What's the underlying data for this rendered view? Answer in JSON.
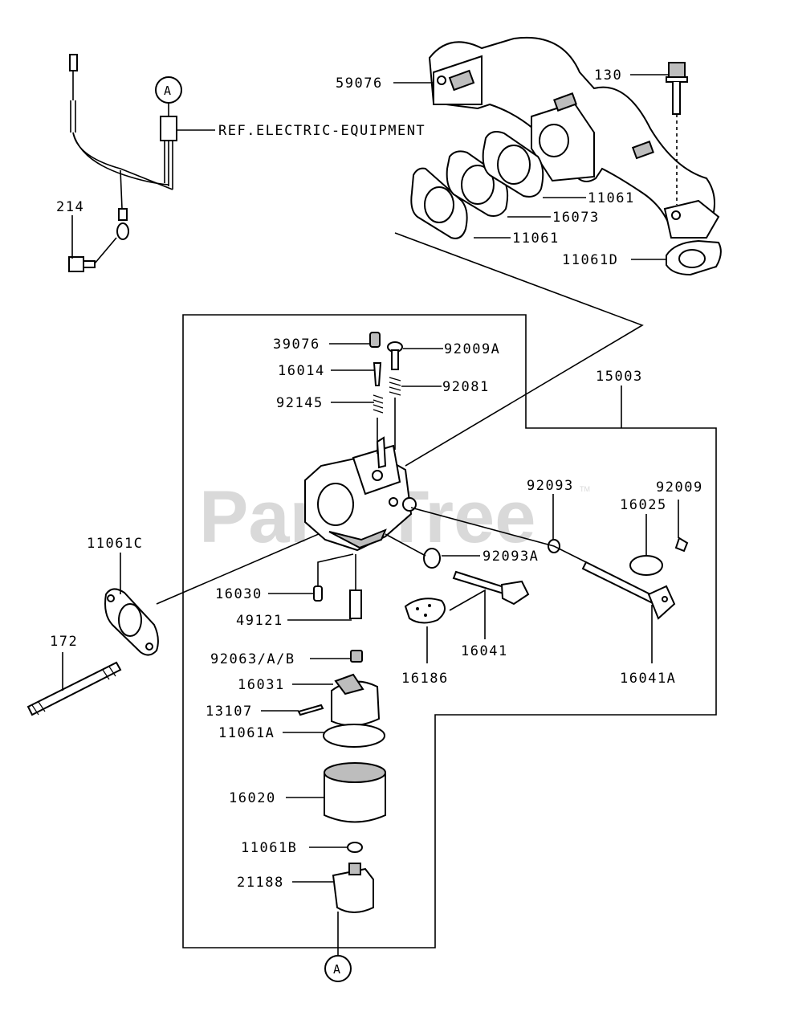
{
  "watermark": {
    "text": "PartsTree",
    "trademark": "TM"
  },
  "reference_note": "REF.ELECTRIC-EQUIPMENT",
  "callouts": {
    "top": "A",
    "bottom": "A"
  },
  "parts": {
    "p59076": "59076",
    "p130": "130",
    "p11061_upper": "11061",
    "p16073": "16073",
    "p11061_lower": "11061",
    "p11061D": "11061D",
    "p214": "214",
    "p15003": "15003",
    "p39076": "39076",
    "p92009A": "92009A",
    "p16014": "16014",
    "p92081": "92081",
    "p92145": "92145",
    "p92093": "92093",
    "p92009": "92009",
    "p16025": "16025",
    "p11061C": "11061C",
    "p92093A": "92093A",
    "p16030": "16030",
    "p49121": "49121",
    "p172": "172",
    "p92063": "92063/A/B",
    "p16186": "16186",
    "p16041": "16041",
    "p16041A": "16041A",
    "p16031": "16031",
    "p13107": "13107",
    "p11061A": "11061A",
    "p16020": "16020",
    "p11061B": "11061B",
    "p21188": "21188"
  }
}
